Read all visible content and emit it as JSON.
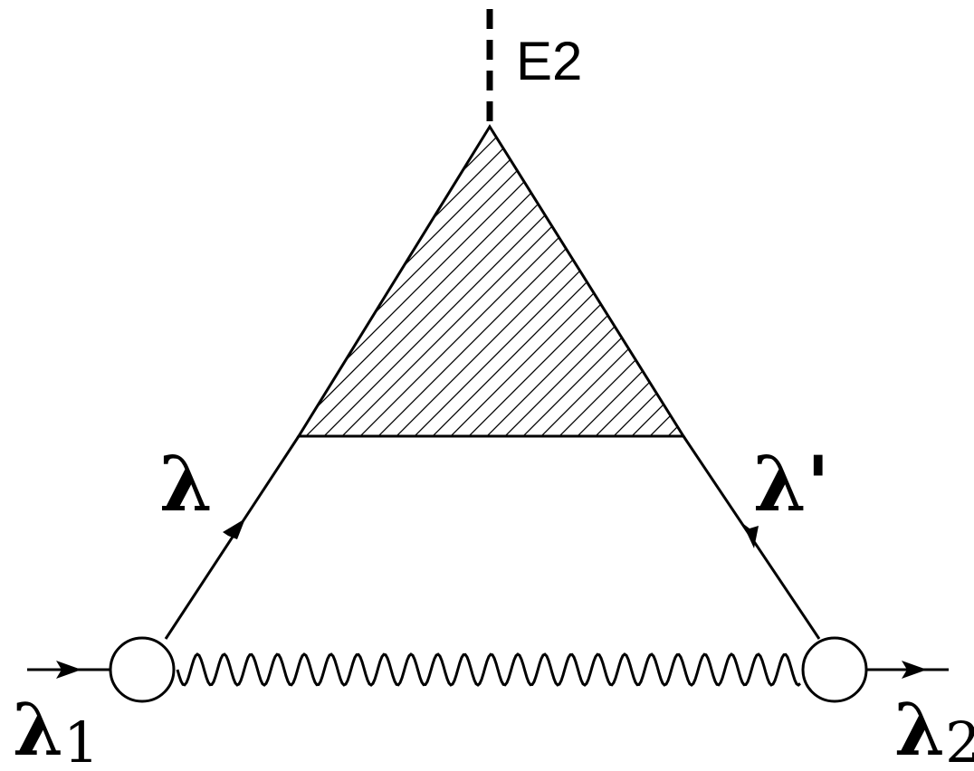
{
  "diagram": {
    "labels": {
      "vertex": "E2",
      "lambda": "λ",
      "lambda_prime": "λ'",
      "lambda_1": "λ",
      "lambda_1_sub": "1",
      "lambda_2": "λ",
      "lambda_2_sub": "2"
    },
    "colors": {
      "stroke": "#000000",
      "fill": "#ffffff"
    }
  }
}
